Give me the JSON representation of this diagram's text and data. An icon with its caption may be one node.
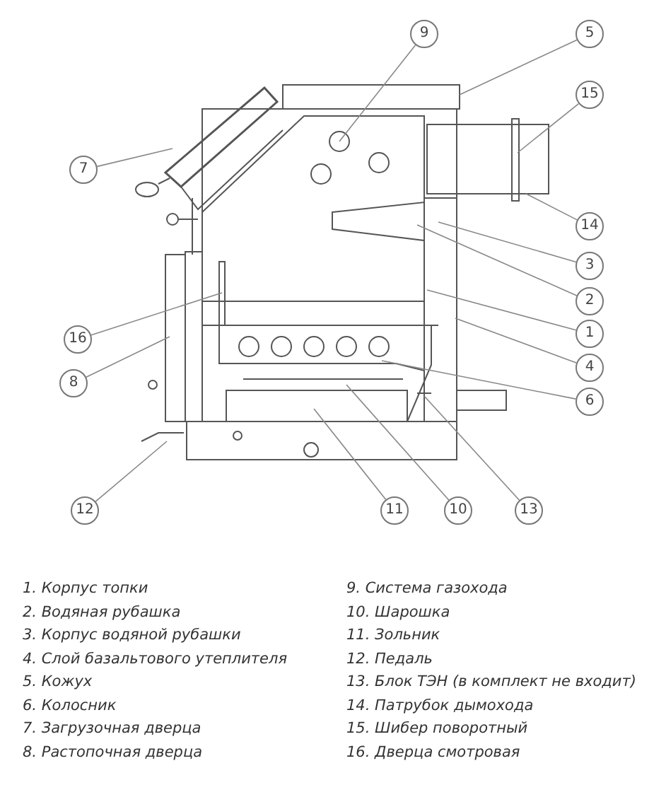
{
  "diagram": {
    "nodes": [
      {
        "text": [
          "9"
        ]
      },
      {
        "text": [
          "5"
        ]
      },
      {
        "text": [
          "15"
        ]
      },
      {
        "text": [
          "7"
        ]
      },
      {
        "text": [
          "14"
        ]
      },
      {
        "text": [
          "3"
        ]
      },
      {
        "text": [
          "2"
        ]
      },
      {
        "text": [
          "1"
        ]
      },
      {
        "text": [
          "16"
        ]
      },
      {
        "text": [
          "4"
        ]
      },
      {
        "text": [
          "8"
        ]
      },
      {
        "text": [
          "6"
        ]
      },
      {
        "text": [
          "12"
        ]
      },
      {
        "text": [
          "11"
        ]
      },
      {
        "text": [
          "10"
        ]
      },
      {
        "text": [
          "13"
        ]
      }
    ],
    "edges": [
      {
        "from": 0,
        "to": null,
        "arrow": "none"
      },
      {
        "from": 1,
        "to": null,
        "arrow": "none"
      },
      {
        "from": 2,
        "to": null,
        "arrow": "none"
      },
      {
        "from": 3,
        "to": null,
        "arrow": "none"
      },
      {
        "from": 4,
        "to": null,
        "arrow": "none"
      },
      {
        "from": 5,
        "to": null,
        "arrow": "none"
      },
      {
        "from": 6,
        "to": null,
        "arrow": "none"
      },
      {
        "from": 7,
        "to": null,
        "arrow": "none"
      },
      {
        "from": 8,
        "to": null,
        "arrow": "none"
      },
      {
        "from": 9,
        "to": null,
        "arrow": "none"
      },
      {
        "from": 10,
        "to": null,
        "arrow": "none"
      },
      {
        "from": 11,
        "to": null,
        "arrow": "none"
      },
      {
        "from": 12,
        "to": null,
        "arrow": "none"
      },
      {
        "from": 13,
        "to": null,
        "arrow": "none"
      },
      {
        "from": 14,
        "to": null,
        "arrow": "none"
      },
      {
        "from": 15,
        "to": null,
        "arrow": "none"
      }
    ],
    "labels": [
      "1. Корпус топки",
      "2. Водяная рубашка",
      "3. Корпус водяной рубашки",
      "4. Слой базальтового утеплителя",
      "5. Кожух",
      "6. Колосник",
      "7. Загрузочная дверца",
      "8. Растопочная дверца",
      "9. Система газохода",
      "10. Шарошка",
      "11. Зольник",
      "12. Педаль",
      "13. Блок ТЭН (в комплект не входит)",
      "14. Патрубок дымохода",
      "15. Шибер поворотный",
      "16. Дверца смотровая"
    ]
  }
}
